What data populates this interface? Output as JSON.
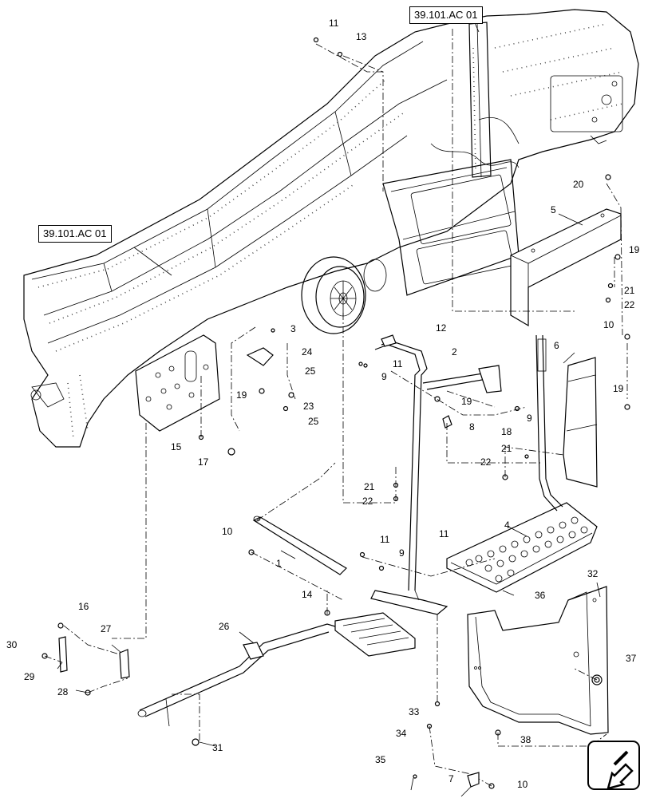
{
  "references": {
    "ref_top": "39.101.AC 01",
    "ref_left": "39.101.AC 01"
  },
  "callouts": {
    "c1": "1",
    "c2": "2",
    "c3": "3",
    "c4": "4",
    "c5": "5",
    "c6": "6",
    "c7": "7",
    "c8": "8",
    "c9a": "9",
    "c9b": "9",
    "c9c": "9",
    "c10a": "10",
    "c10b": "10",
    "c10c": "10",
    "c11a": "11",
    "c11b": "11",
    "c11c": "11",
    "c11d": "11",
    "c12": "12",
    "c13": "13",
    "c14": "14",
    "c15": "15",
    "c16": "16",
    "c17": "17",
    "c18": "18",
    "c19a": "19",
    "c19b": "19",
    "c19c": "19",
    "c19d": "19",
    "c20": "20",
    "c21a": "21",
    "c21b": "21",
    "c21c": "21",
    "c22a": "22",
    "c22b": "22",
    "c22c": "22",
    "c23": "23",
    "c24": "24",
    "c25a": "25",
    "c25b": "25",
    "c26": "26",
    "c27": "27",
    "c28": "28",
    "c29": "29",
    "c30": "30",
    "c31": "31",
    "c32": "32",
    "c33": "33",
    "c34": "34",
    "c35": "35",
    "c36": "36",
    "c37": "37",
    "c38": "38"
  },
  "navigation": {
    "icon": "view-direction-arrow-icon"
  }
}
